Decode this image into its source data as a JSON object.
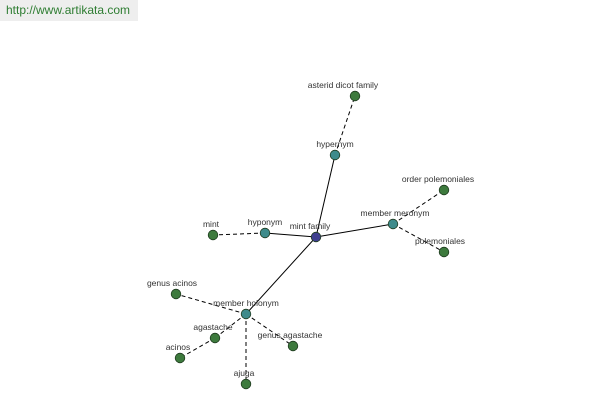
{
  "source_url": "http://www.artikata.com",
  "colors": {
    "center_node": "#3f3f8f",
    "relation_node": "#3e8b8b",
    "term_node": "#3d7a3d",
    "node_stroke": "#1f3b1f",
    "edge": "#000000",
    "url_text": "#2e7d32",
    "url_background": "#eeeeee"
  },
  "nodes": [
    {
      "id": "mint_family",
      "label": "mint family",
      "kind": "center"
    },
    {
      "id": "hypernym",
      "label": "hypernym",
      "kind": "relation"
    },
    {
      "id": "asterid_dicot_family",
      "label": "asterid dicot family",
      "kind": "term"
    },
    {
      "id": "hyponym",
      "label": "hyponym",
      "kind": "relation"
    },
    {
      "id": "mint",
      "label": "mint",
      "kind": "term"
    },
    {
      "id": "member_meronym",
      "label": "member meronym",
      "kind": "relation"
    },
    {
      "id": "order_polemoniales",
      "label": "order polemoniales",
      "kind": "term"
    },
    {
      "id": "polemoniales",
      "label": "polemoniales",
      "kind": "term"
    },
    {
      "id": "member_holonym",
      "label": "member holonym",
      "kind": "relation"
    },
    {
      "id": "genus_acinos",
      "label": "genus acinos",
      "kind": "term"
    },
    {
      "id": "agastache",
      "label": "agastache",
      "kind": "term"
    },
    {
      "id": "acinos",
      "label": "acinos",
      "kind": "term"
    },
    {
      "id": "genus_agastache",
      "label": "genus agastache",
      "kind": "term"
    },
    {
      "id": "ajuga",
      "label": "ajuga",
      "kind": "term"
    }
  ],
  "edges": [
    {
      "from": "mint_family",
      "to": "hypernym",
      "style": "solid"
    },
    {
      "from": "mint_family",
      "to": "hyponym",
      "style": "solid"
    },
    {
      "from": "mint_family",
      "to": "member_meronym",
      "style": "solid"
    },
    {
      "from": "mint_family",
      "to": "member_holonym",
      "style": "solid"
    },
    {
      "from": "hypernym",
      "to": "asterid_dicot_family",
      "style": "dashed"
    },
    {
      "from": "hyponym",
      "to": "mint",
      "style": "dashed"
    },
    {
      "from": "member_meronym",
      "to": "order_polemoniales",
      "style": "dashed"
    },
    {
      "from": "member_meronym",
      "to": "polemoniales",
      "style": "dashed"
    },
    {
      "from": "member_holonym",
      "to": "genus_acinos",
      "style": "dashed"
    },
    {
      "from": "member_holonym",
      "to": "agastache",
      "style": "dashed"
    },
    {
      "from": "member_holonym",
      "to": "genus_agastache",
      "style": "dashed"
    },
    {
      "from": "member_holonym",
      "to": "ajuga",
      "style": "dashed"
    },
    {
      "from": "agastache",
      "to": "acinos",
      "style": "dashed"
    }
  ]
}
